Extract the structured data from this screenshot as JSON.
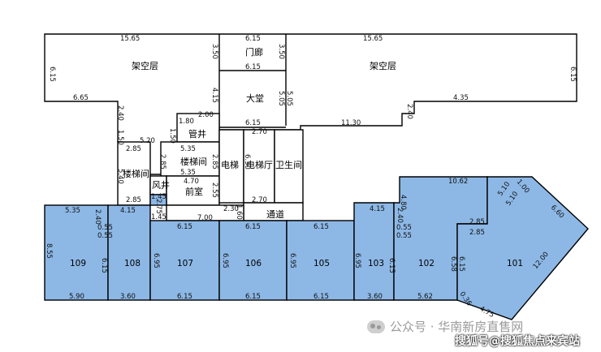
{
  "rooms": {
    "jiakong_left": "架空层",
    "jiakong_right": "架空层",
    "menlang": "门廊",
    "datang": "大堂",
    "guanjing": "管井",
    "loutijian_a": "楼梯间",
    "loutijian_b": "楼梯间",
    "fengjing": "风井",
    "qianshi": "前室",
    "dianti": "电梯",
    "diantiting": "电梯厅",
    "weishengjian": "卫生间",
    "tongdao": "通道"
  },
  "units": [
    "109",
    "108",
    "107",
    "106",
    "105",
    "103",
    "102",
    "101"
  ],
  "dims": {
    "top_left": "15.65",
    "top_mid": "6.15",
    "top_right": "15.65",
    "left_side": "6.15",
    "right_side": "6.15",
    "mid_left_350": "3.50",
    "mid_right_350": "3.50",
    "menlang_bottom": "6.15",
    "lobby_left": "4.15",
    "lobby_r1": "5.05",
    "lobby_r2": "5.05",
    "lobby_bottom": "6.15",
    "low_left": "6.65",
    "step_240_left": "2.40",
    "low_right": "4.35",
    "step_240_right": "2.40",
    "corr_1130": "11.30",
    "g_200": "2.00",
    "g_180": "1.80",
    "g_150": "1.50",
    "c_270_top": "2.70",
    "s_150": "1.50",
    "s_520": "5.20",
    "s_285_a": "2.85",
    "s_535_a": "5.35",
    "s_285_v": "2.85",
    "s_285_v2": "2.85",
    "s_540": "5.40",
    "s_535_b": "5.35",
    "s_470": "4.70",
    "s_255": "2.55",
    "e_630": "6.30",
    "c_270_bot": "2.70",
    "s_285_b": "2.85",
    "s_145": "1.45",
    "s_275": "2.75",
    "s_415_a": "4.15",
    "t_230": "2.30",
    "t_160": "1.60",
    "s_700": "7.00",
    "u109_top": "5.35",
    "u109_left": "8.55",
    "u109_bottom": "5.90",
    "u108_240": "2.40",
    "u108_055a": "0.55",
    "u108_055b": "0.55",
    "u108_615": "6.15",
    "u108_bottom": "3.60",
    "u107_145": "1.45",
    "u107_top": "6.15",
    "u107_v": "6.95",
    "u107_bottom": "6.15",
    "u106_top": "6.15",
    "u106_v": "6.95",
    "u106_bottom": "6.15",
    "u105_top": "6.15",
    "u105_v": "6.95",
    "u105_bottom": "6.15",
    "u103_top": "4.15",
    "u103_v": "6.95",
    "u103_240": "2.40",
    "u103_055a": "0.55",
    "u103_055b": "0.55",
    "u103_615": "6.15",
    "u103_bottom": "3.60",
    "u102_480": "4.80",
    "u102_top": "10.62",
    "u102_285a": "2.85",
    "u102_285b": "2.85",
    "u102_658": "6.58",
    "u102_bottom": "5.62",
    "u101_100": "1.00",
    "u101_510a": "5.10",
    "u101_510b": "5.10",
    "u101_660": "6.60",
    "u101_1200": "12.00",
    "u101_036": "0.36",
    "u101_475": "4.75",
    "u110_615": "6.15"
  },
  "watermark": {
    "wechat": "公众号 · 华南新房直售网",
    "sohu": "搜狐号@搜狐焦点来宾站"
  }
}
